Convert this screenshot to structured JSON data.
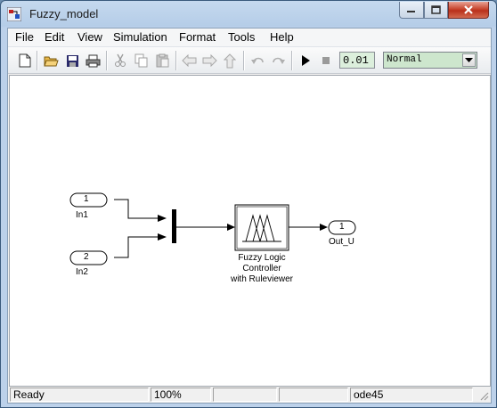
{
  "window": {
    "title": "Fuzzy_model"
  },
  "menu": [
    "File",
    "Edit",
    "View",
    "Simulation",
    "Format",
    "Tools",
    "Help"
  ],
  "toolbar": {
    "stop_time": "0.01",
    "sim_mode": "Normal"
  },
  "blocks": {
    "in1": {
      "port": "1",
      "label": "In1"
    },
    "in2": {
      "port": "2",
      "label": "In2"
    },
    "out": {
      "port": "1",
      "label": "Out_U"
    },
    "flc": {
      "line1": "Fuzzy Logic",
      "line2": "Controller",
      "line3": "with Ruleviewer"
    }
  },
  "status": {
    "state": "Ready",
    "zoom": "100%",
    "solver": "ode45"
  }
}
